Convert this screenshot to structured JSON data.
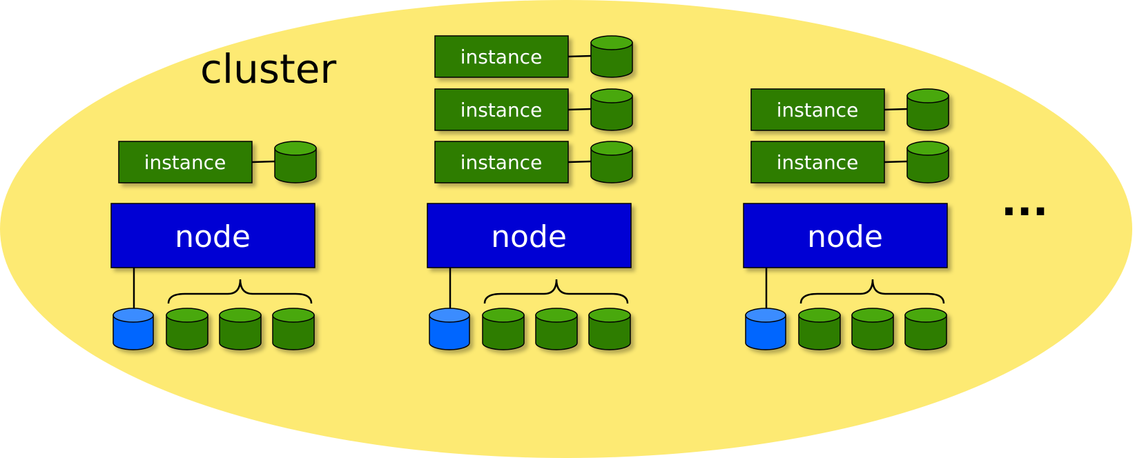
{
  "labels": {
    "cluster": "cluster",
    "instance": "instance",
    "node": "node",
    "more": "..."
  },
  "colors": {
    "cluster_fill": "#fdea73",
    "node_fill": "#0000d4",
    "instance_fill": "#2e7d00",
    "disk_green_top": "#4aa80a",
    "disk_green_body": "#2e7d00",
    "disk_blue_top": "#3a8cff",
    "disk_blue_body": "#0066ff",
    "outline": "#000000"
  },
  "nodes": [
    {
      "label": "node",
      "instances": 1,
      "data_disks": 3
    },
    {
      "label": "node",
      "instances": 3,
      "data_disks": 3
    },
    {
      "label": "node",
      "instances": 2,
      "data_disks": 3
    }
  ]
}
